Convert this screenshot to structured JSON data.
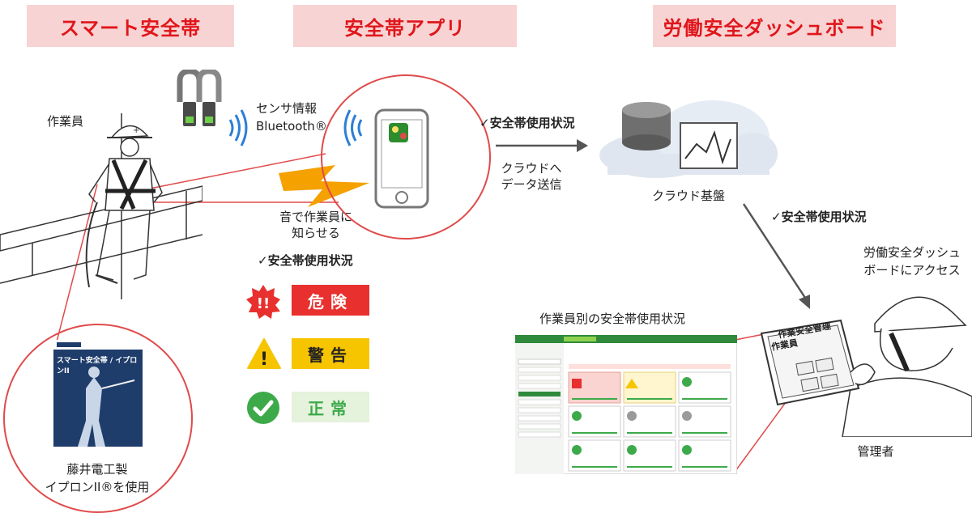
{
  "headers": {
    "smart_belt": "スマート安全帯",
    "app": "安全帯アプリ",
    "dashboard": "労働安全ダッシュボード"
  },
  "labels": {
    "worker": "作業員",
    "sensor_line1": "センサ情報",
    "sensor_line2": "Bluetooth®",
    "notify_line1": "音で作業員に",
    "notify_line2": "知らせる",
    "status_check_app": "✓安全帯使用状況",
    "status_check_cloud": "✓安全帯使用状況",
    "status_check_dashboard": "✓安全帯使用状況",
    "cloud_send_line1": "クラウドへ",
    "cloud_send_line2": "データ送信",
    "cloud_base": "クラウド基盤",
    "access_line1": "労働安全ダッシュ",
    "access_line2": "ボードにアクセス",
    "worker_status": "作業員別の安全帯使用状況",
    "manager": "管理者",
    "maker_line1": "藤井電工製",
    "maker_line2": "イプロンII®を使用",
    "catalog_title": "スマート安全帯 / イプロンII",
    "tablet_text1": "作業安全管理",
    "tablet_text2": "作業員"
  },
  "status": {
    "danger": "危険",
    "warning": "警告",
    "normal": "正常"
  },
  "colors": {
    "header_bg": "#f8d3d3",
    "header_text": "#e0161b",
    "danger": "#e8302e",
    "warning": "#f7c400",
    "normal": "#3daa4a",
    "normal_bg": "#e5f2dc",
    "accent_line": "#e04a4a"
  },
  "icons": {
    "danger": "burst-exclamation-icon",
    "warning": "warning-triangle-icon",
    "normal": "check-circle-icon"
  }
}
